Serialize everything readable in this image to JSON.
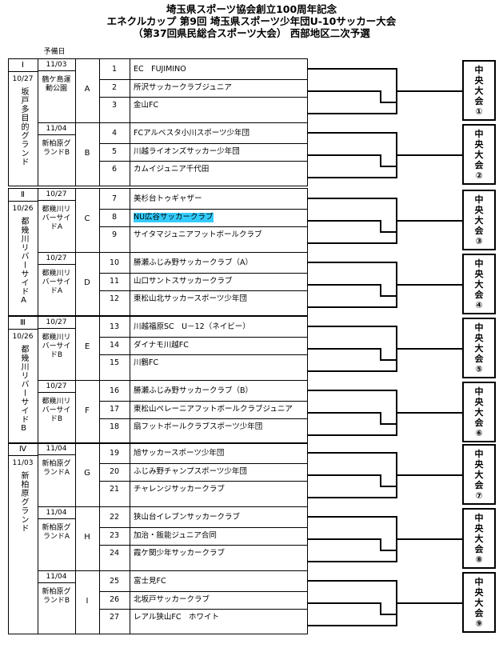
{
  "title": {
    "line1": "埼玉県スポーツ協会創立100周年記念",
    "line2": "エネクルカップ 第9回 埼玉県スポーツ少年団U-10サッカー大会",
    "line3": "（第37回県民総合スポーツ大会） 西部地区二次予選"
  },
  "header": {
    "reserve_day": "予備日"
  },
  "blocks": [
    {
      "roman": "Ⅰ",
      "date": "10/27",
      "venue": "坂戸多目的グランド",
      "groups": [
        {
          "date": "11/03",
          "venue": "鶴ケ島運動公園",
          "letter": "A",
          "final": "中央大会①",
          "teams": [
            {
              "no": "1",
              "name": "EC　FUJIMINO"
            },
            {
              "no": "2",
              "name": "所沢サッカークラブジュニア"
            },
            {
              "no": "3",
              "name": "金山FC"
            }
          ]
        },
        {
          "date": "11/04",
          "venue": "新柏原グランドB",
          "letter": "B",
          "final": "中央大会②",
          "teams": [
            {
              "no": "4",
              "name": "FCアルベスタ小川スポーツ少年団"
            },
            {
              "no": "5",
              "name": "川越ライオンズサッカー少年団"
            },
            {
              "no": "6",
              "name": "カムイジュニア千代田"
            }
          ]
        }
      ]
    },
    {
      "roman": "Ⅱ",
      "date": "10/26",
      "venue": "都幾川リバーサイドA",
      "groups": [
        {
          "date": "10/27",
          "venue": "都幾川リバーサイドA",
          "letter": "C",
          "final": "中央大会③",
          "teams": [
            {
              "no": "7",
              "name": "美杉台トゥギャザー"
            },
            {
              "no": "8",
              "name": "NU広谷サッカークラブ"
            },
            {
              "no": "9",
              "name": "サイタマジュニアフットボールクラブ"
            }
          ]
        },
        {
          "date": "10/27",
          "venue": "都幾川リバーサイドA",
          "letter": "D",
          "final": "中央大会④",
          "teams": [
            {
              "no": "10",
              "name": "勝瀬ふじみ野サッカークラブ（A）"
            },
            {
              "no": "11",
              "name": "山口サントスサッカークラブ"
            },
            {
              "no": "12",
              "name": "東松山北サッカースポーツ少年団"
            }
          ]
        }
      ]
    },
    {
      "roman": "Ⅲ",
      "date": "10/26",
      "venue": "都幾川リバーサイドB",
      "groups": [
        {
          "date": "10/27",
          "venue": "都幾川リバーサイドB",
          "letter": "E",
          "final": "中央大会⑤",
          "teams": [
            {
              "no": "13",
              "name": "川越福原SC　U－12（ネイビー）"
            },
            {
              "no": "14",
              "name": "ダイナモ川越FC"
            },
            {
              "no": "15",
              "name": "川鶴FC"
            }
          ]
        },
        {
          "date": "10/27",
          "venue": "都幾川リバーサイドB",
          "letter": "F",
          "final": "中央大会⑥",
          "teams": [
            {
              "no": "16",
              "name": "勝瀬ふじみ野サッカークラブ（B）"
            },
            {
              "no": "17",
              "name": "東松山ペレーニアフットボールクラブジュニア"
            },
            {
              "no": "18",
              "name": "扇フットボールクラブスポーツ少年団"
            }
          ]
        }
      ]
    },
    {
      "roman": "Ⅳ",
      "date": "11/03",
      "venue": "新柏原グランド",
      "groups": [
        {
          "date": "11/04",
          "venue": "新柏原グランドA",
          "letter": "G",
          "final": "中央大会⑦",
          "teams": [
            {
              "no": "19",
              "name": "旭サッカースポーツ少年団"
            },
            {
              "no": "20",
              "name": "ふじみ野チャンプスポーツ少年団"
            },
            {
              "no": "21",
              "name": "チャレンジサッカークラブ"
            }
          ]
        },
        {
          "date": "11/04",
          "venue": "新柏原グランドA",
          "letter": "H",
          "final": "中央大会⑧",
          "teams": [
            {
              "no": "22",
              "name": "狭山台イレブンサッカークラブ"
            },
            {
              "no": "23",
              "name": "加治・飯能ジュニア合同"
            },
            {
              "no": "24",
              "name": "霞ケ関少年サッカークラブ"
            }
          ]
        },
        {
          "date": "11/04",
          "venue": "新柏原グランドB",
          "letter": "I",
          "final": "中央大会⑨",
          "teams": [
            {
              "no": "25",
              "name": "富士見FC"
            },
            {
              "no": "26",
              "name": "北坂戸サッカークラブ"
            },
            {
              "no": "27",
              "name": "レアル狭山FC　ホワイト"
            }
          ]
        }
      ]
    }
  ],
  "colors": {
    "highlight": "#33ccff"
  }
}
